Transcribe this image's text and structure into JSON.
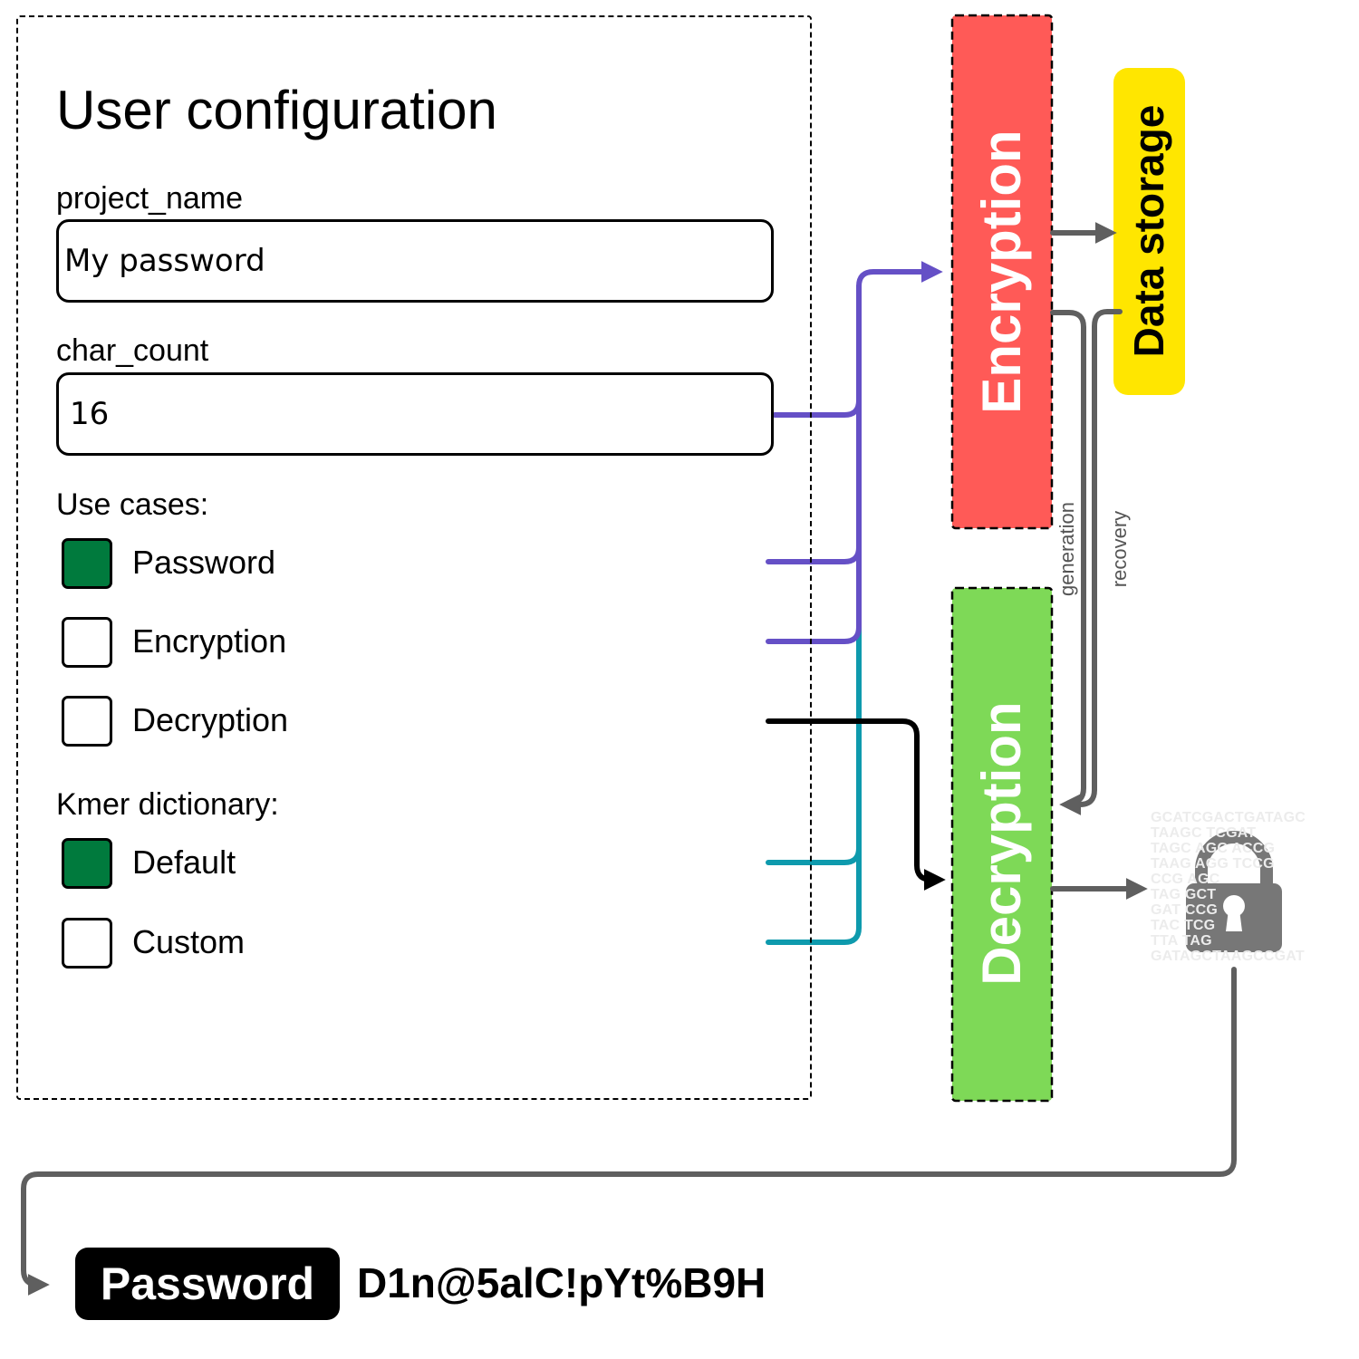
{
  "config": {
    "title": "User configuration",
    "project_name_label": "project_name",
    "project_name_value": "My password",
    "char_count_label": "char_count",
    "char_count_value": "16",
    "use_cases_label": "Use cases:",
    "use_cases": [
      {
        "label": "Password",
        "checked": true
      },
      {
        "label": "Encryption",
        "checked": false
      },
      {
        "label": "Decryption",
        "checked": false
      }
    ],
    "kmer_label": "Kmer dictionary:",
    "kmer_options": [
      {
        "label": "Default",
        "checked": true
      },
      {
        "label": "Custom",
        "checked": false
      }
    ]
  },
  "blocks": {
    "encryption": "Encryption",
    "decryption": "Decryption",
    "storage": "Data storage"
  },
  "edge_labels": {
    "generation": "generation",
    "recovery": "recovery"
  },
  "dna_lines": [
    "GCATCGACTGATAGC",
    "TAAGC     TCGAT",
    "TAGC   AGC   ACCG",
    "TAAG   AGG   TCCG",
    "CCG           AGC",
    "TAG            GCT",
    "GAT            CCG",
    "TAC            TCG",
    "TTA            TAG",
    "GATAGCTAAGCCGAT"
  ],
  "icons": [
    "lock-icon"
  ],
  "output": {
    "badge": "Password",
    "value": "D1n@5alC!pYt%B9H"
  },
  "colors": {
    "checked": "#007a3d",
    "encryption_block": "#ff5a57",
    "decryption_block": "#7ed957",
    "storage_block": "#ffe600",
    "purple_line": "#6550c6",
    "teal_line": "#0e9aad",
    "gray_line": "#5f5f5f",
    "lock": "#777777"
  }
}
